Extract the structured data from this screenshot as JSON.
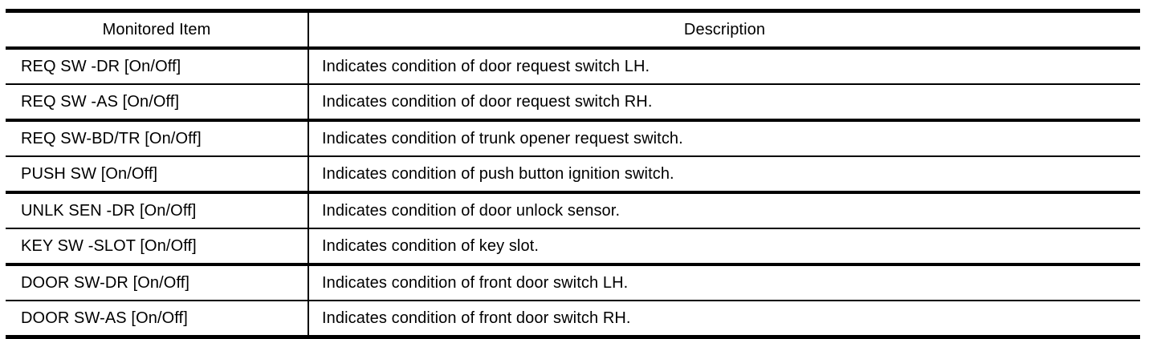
{
  "table": {
    "columns": [
      {
        "key": "item",
        "header": "Monitored Item",
        "align": "center"
      },
      {
        "key": "description",
        "header": "Description",
        "align": "center"
      }
    ],
    "rows": [
      {
        "item": "REQ SW -DR [On/Off]",
        "description": "Indicates condition of door request switch LH."
      },
      {
        "item": "REQ SW -AS [On/Off]",
        "description": "Indicates condition of door request switch RH."
      },
      {
        "item": "REQ SW-BD/TR [On/Off]",
        "description": "Indicates condition of trunk opener request switch."
      },
      {
        "item": "PUSH SW [On/Off]",
        "description": "Indicates condition of push button ignition switch."
      },
      {
        "item": "UNLK SEN -DR [On/Off]",
        "description": "Indicates condition of door unlock sensor."
      },
      {
        "item": "KEY SW -SLOT [On/Off]",
        "description": "Indicates condition of key slot."
      },
      {
        "item": "DOOR SW-DR [On/Off]",
        "description": "Indicates condition of front door switch LH."
      },
      {
        "item": "DOOR SW-AS [On/Off]",
        "description": "Indicates condition of front door switch RH."
      }
    ]
  },
  "style": {
    "text_color": "#000000",
    "rule_color": "#000000",
    "background": "#ffffff"
  }
}
